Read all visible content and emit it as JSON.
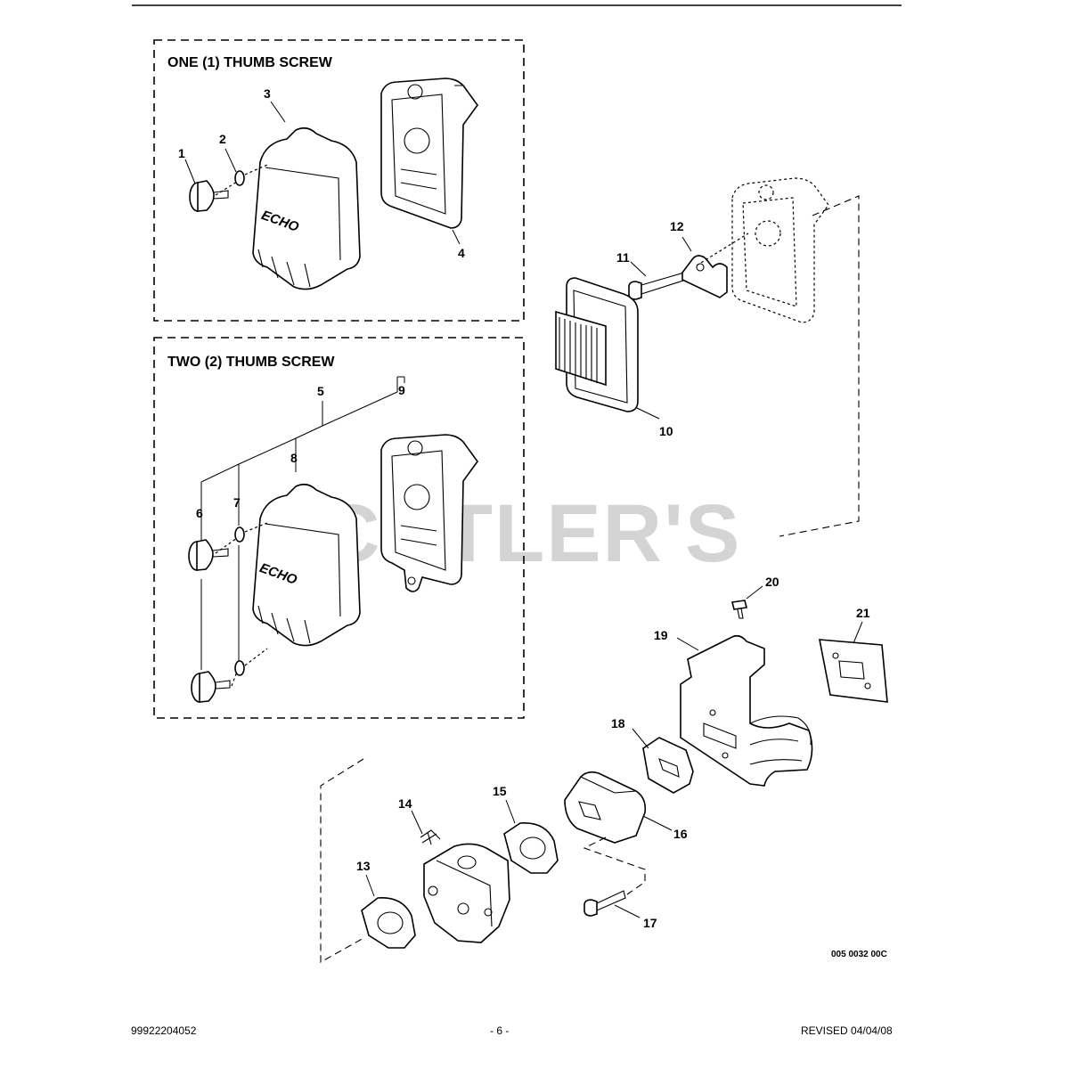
{
  "header": {
    "one_thumb_screw": "ONE (1) THUMB SCREW",
    "two_thumb_screw": "TWO (2) THUMB SCREW"
  },
  "callouts": {
    "c1": "1",
    "c2": "2",
    "c3": "3",
    "c4": "4",
    "c5": "5",
    "c6": "6",
    "c7": "7",
    "c8": "8",
    "c9": "9",
    "c10": "10",
    "c11": "11",
    "c12": "12",
    "c13": "13",
    "c14": "14",
    "c15": "15",
    "c16": "16",
    "c17": "17",
    "c18": "18",
    "c19": "19",
    "c20": "20",
    "c21": "21"
  },
  "brand_mark": "ECHO",
  "watermark": "CUTLER'S",
  "figure_code": "005 0032 00C",
  "footer": {
    "part_number": "99922204052",
    "page": "- 6 -",
    "revised": "REVISED 04/04/08"
  }
}
